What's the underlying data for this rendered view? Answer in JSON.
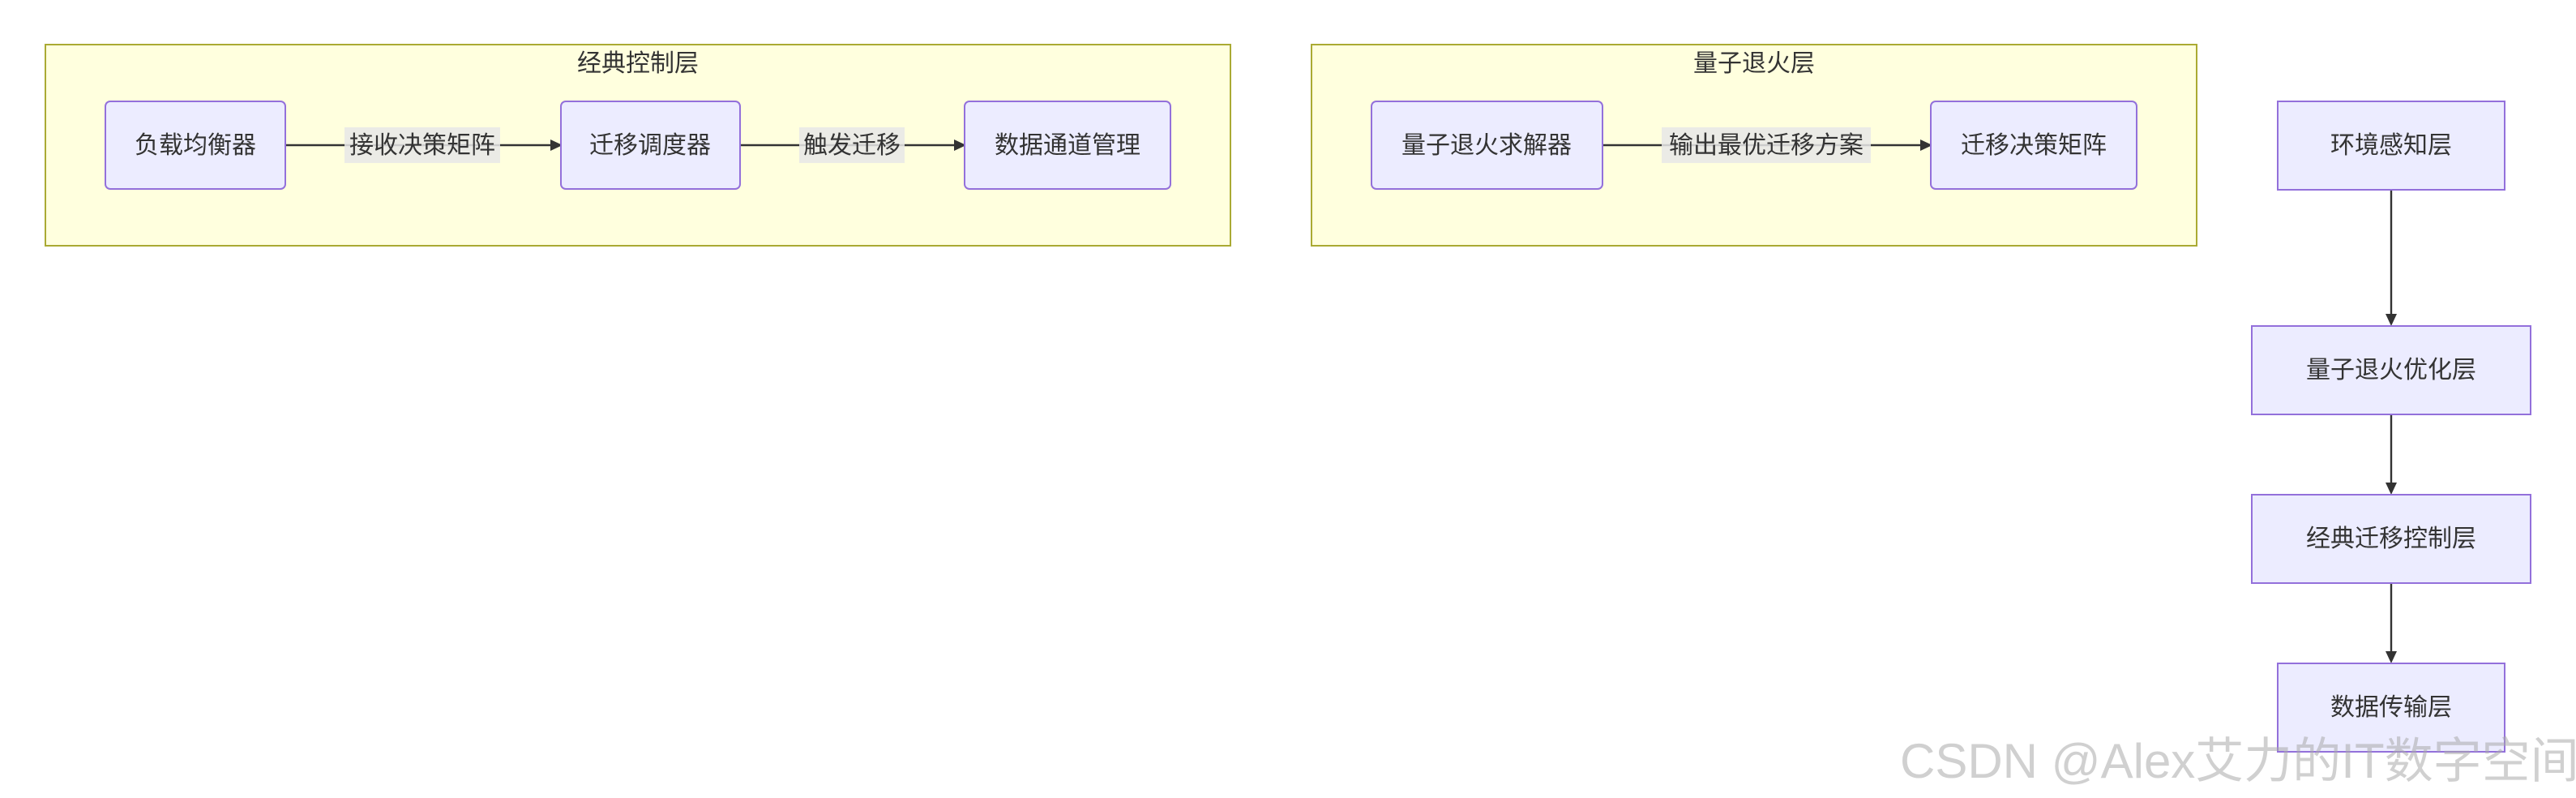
{
  "clusters": {
    "classic": {
      "title": "经典控制层"
    },
    "quantum": {
      "title": "量子退火层"
    }
  },
  "nodes": {
    "load_balancer": "负载均衡器",
    "migration_scheduler": "迁移调度器",
    "data_channel_mgmt": "数据通道管理",
    "quantum_solver": "量子退火求解器",
    "migration_matrix": "迁移决策矩阵",
    "env_layer": "环境感知层",
    "quantum_opt_layer": "量子退火优化层",
    "classic_migration_layer": "经典迁移控制层",
    "data_transfer_layer": "数据传输层"
  },
  "edges": {
    "lb_to_scheduler": "接收决策矩阵",
    "scheduler_to_channel": "触发迁移",
    "solver_to_matrix": "输出最优迁移方案"
  },
  "watermark": "CSDN @Alex艾力的IT数字空间",
  "colors": {
    "cluster_fill": "#ffffde",
    "cluster_stroke": "#aaaa33",
    "node_fill": "#ececff",
    "node_stroke": "#9370db",
    "edge": "#333333"
  }
}
